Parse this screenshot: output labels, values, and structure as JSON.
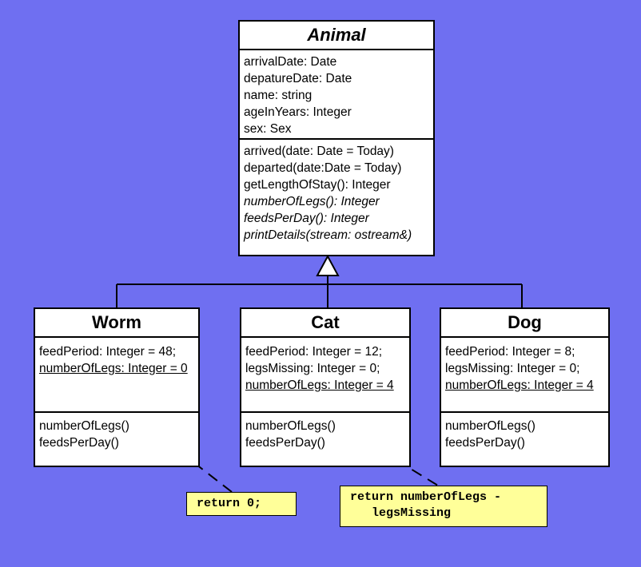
{
  "animal": {
    "name": "Animal",
    "attributes": [
      "arrivalDate: Date",
      "depatureDate: Date",
      "name: string",
      "ageInYears: Integer",
      "sex: Sex"
    ],
    "operations": [
      "arrived(date: Date = Today)",
      "departed(date:Date = Today)",
      "getLengthOfStay(): Integer",
      "numberOfLegs(): Integer",
      "feedsPerDay(): Integer",
      "printDetails(stream: ostream&)"
    ]
  },
  "worm": {
    "name": "Worm",
    "attributes": [
      "feedPeriod: Integer = 48;",
      "numberOfLegs: Integer = 0"
    ],
    "operations": [
      "numberOfLegs()",
      "feedsPerDay()"
    ]
  },
  "cat": {
    "name": "Cat",
    "attributes": [
      "feedPeriod: Integer = 12;",
      "legsMissing: Integer = 0;",
      "numberOfLegs: Integer = 4"
    ],
    "operations": [
      "numberOfLegs()",
      "feedsPerDay()"
    ]
  },
  "dog": {
    "name": "Dog",
    "attributes": [
      "feedPeriod: Integer = 8;",
      "legsMissing: Integer = 0;",
      "numberOfLegs: Integer = 4"
    ],
    "operations": [
      "numberOfLegs()",
      "feedsPerDay()"
    ]
  },
  "notes": {
    "worm": "return 0;",
    "cat": "return numberOfLegs -\n   legsMissing"
  },
  "colors": {
    "background": "#6f6ff1",
    "note": "#ffff99"
  }
}
